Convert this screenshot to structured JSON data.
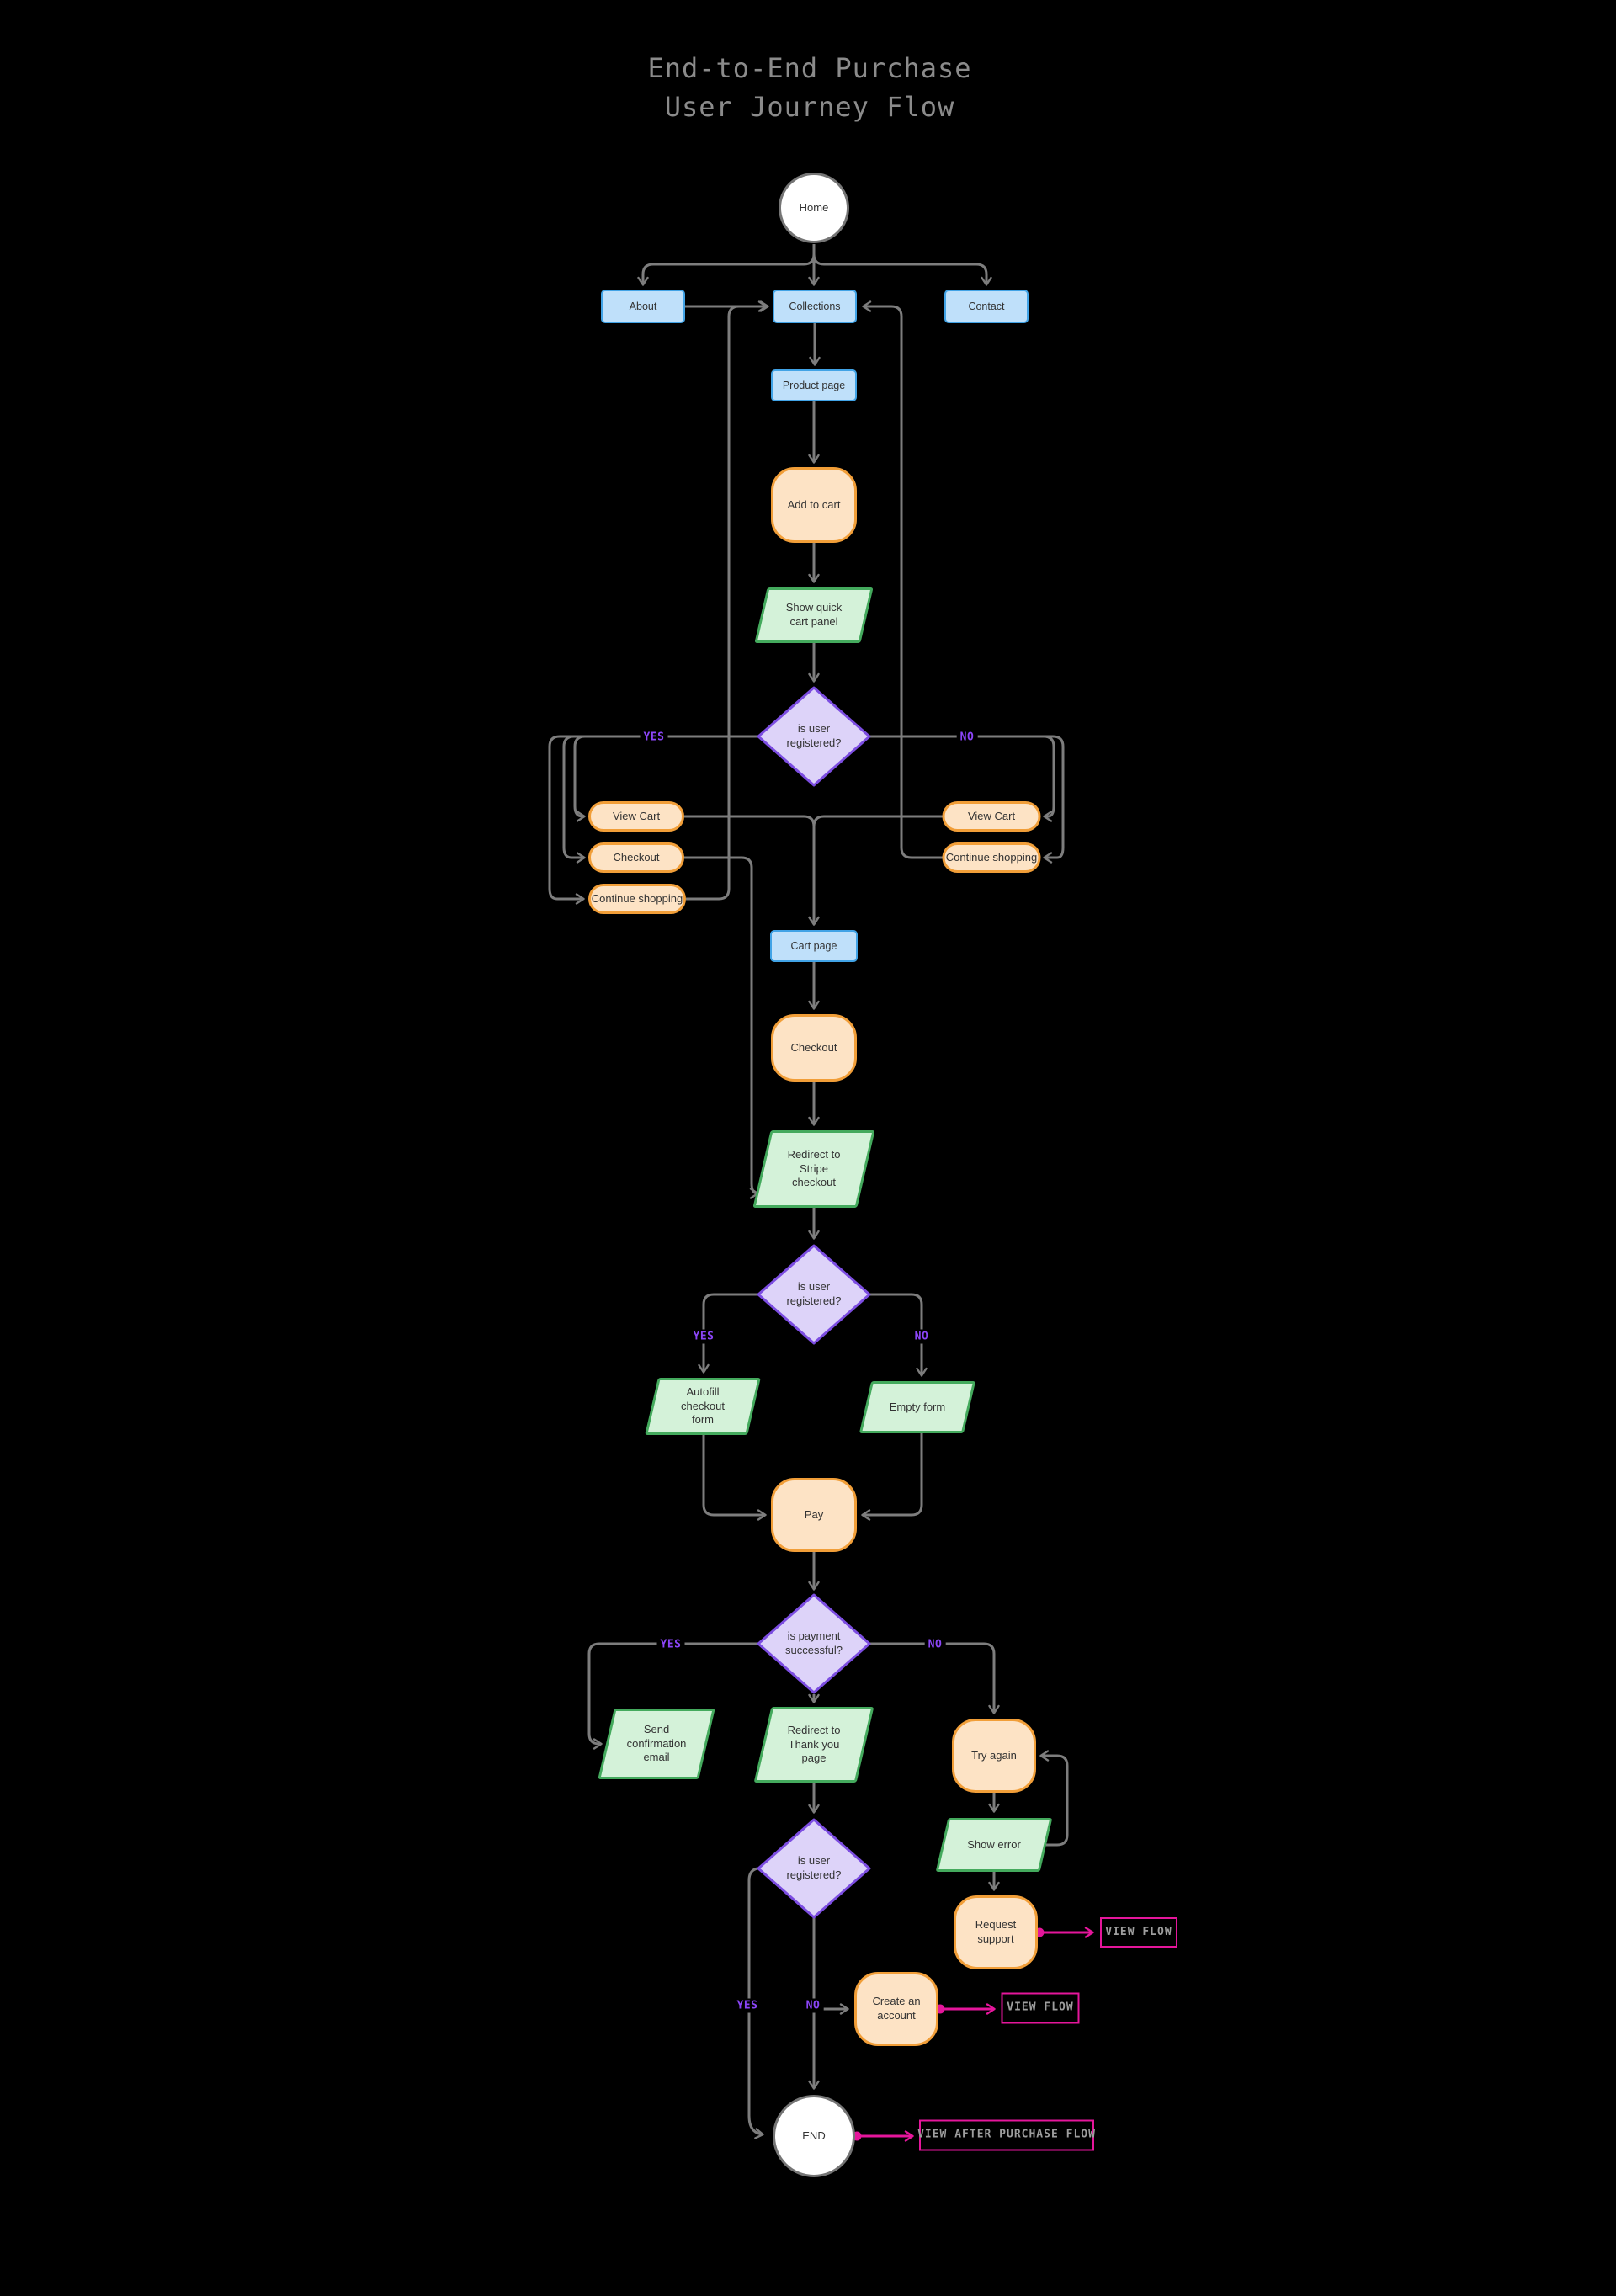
{
  "title": {
    "line1": "End-to-End Purchase",
    "line2": "User Journey Flow"
  },
  "nodes": {
    "home": "Home",
    "about": "About",
    "collections": "Collections",
    "contact": "Contact",
    "product_page": "Product page",
    "add_to_cart": "Add to cart",
    "show_quick_cart_panel": "Show quick cart panel",
    "is_user_registered": "is user registered?",
    "view_cart_left": "View Cart",
    "checkout_left": "Checkout",
    "continue_shopping_left": "Continue shopping",
    "view_cart_right": "View Cart",
    "continue_shopping_right": "Continue shopping",
    "cart_page": "Cart page",
    "checkout": "Checkout",
    "redirect_to_stripe_checkout": "Redirect to Stripe checkout",
    "autofill_checkout_form": "Autofill checkout form",
    "empty_form": "Empty form",
    "pay": "Pay",
    "is_payment_successful": "is payment successful?",
    "send_confirmation_email": "Send confirmation email",
    "redirect_to_thank_you_page": "Redirect to Thank you page",
    "try_again": "Try again",
    "show_error": "Show error",
    "request_support": "Request support",
    "create_an_account": "Create an account",
    "end": "END"
  },
  "edge_labels": {
    "yes": "YES",
    "no": "NO"
  },
  "links": {
    "view_flow_1": "VIEW FLOW",
    "view_flow_2": "VIEW FLOW",
    "view_after_purchase_flow": "VIEW AFTER PURCHASE FLOW"
  },
  "edges": [
    "Home -> About",
    "Home -> Collections",
    "Home -> Contact",
    "About -> Collections",
    "Collections -> Product page",
    "Product page -> Add to cart",
    "Add to cart -> Show quick cart panel",
    "Show quick cart panel -> is user registered?",
    "is user registered? -YES-> View Cart",
    "is user registered? -YES-> Checkout",
    "is user registered? -YES-> Continue shopping",
    "is user registered? -NO-> View Cart",
    "is user registered? -NO-> Continue shopping",
    "Continue shopping -> Collections (both sides loop back)",
    "View Cart (left) -> Cart page",
    "View Cart (right) -> Cart page",
    "Checkout (left) -> Redirect to Stripe checkout",
    "Cart page -> Checkout",
    "Checkout -> Redirect to Stripe checkout",
    "Redirect to Stripe checkout -> is user registered?",
    "is user registered? -YES-> Autofill checkout form",
    "is user registered? -NO-> Empty form",
    "Autofill checkout form -> Pay",
    "Empty form -> Pay",
    "Pay -> is payment successful?",
    "is payment successful? -YES-> Send confirmation email",
    "is payment successful? -> Redirect to Thank you page",
    "is payment successful? -NO-> Try again",
    "Try again -> Show error",
    "Show error -> Try again",
    "Show error -> Request support",
    "Request support -> VIEW FLOW",
    "Redirect to Thank you page -> is user registered?",
    "is user registered? -YES-> END",
    "is user registered? -NO-> Create an account",
    "is user registered? -> END",
    "Create an account -> VIEW FLOW",
    "END -> VIEW AFTER PURCHASE FLOW"
  ],
  "colors": {
    "background": "#000000",
    "page_blue_fill": "#bfe0fa",
    "page_blue_border": "#41a3e6",
    "action_peach_fill": "#fde3c5",
    "action_peach_border": "#f19e38",
    "io_green_fill": "#d4f2d9",
    "io_green_border": "#44aa5d",
    "decision_purple_fill": "#ddd3f9",
    "decision_purple_border": "#7c4de1",
    "terminal_fill": "#ffffff",
    "terminal_border": "#757575",
    "edge_gray": "#7d7d7d",
    "branch_label_purple": "#8b45f7",
    "link_magenta": "#e5169b",
    "link_text_gray": "#9e9e9e",
    "title_gray": "#8b8b8b",
    "node_text": "#333333"
  }
}
